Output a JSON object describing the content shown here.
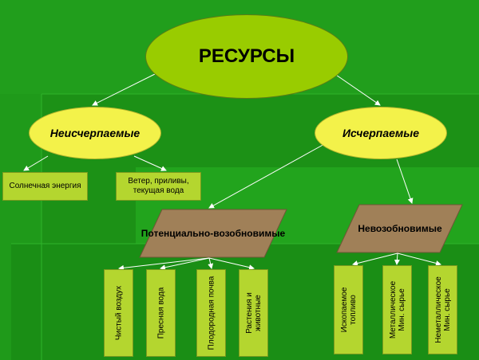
{
  "root": {
    "label": "РЕСУРСЫ"
  },
  "branches": {
    "inexhaustible": {
      "label": "Неисчерпаемые",
      "items": [
        "Солнечная энергия",
        "Ветер, приливы, текущая вода"
      ]
    },
    "exhaustible": {
      "label": "Исчерпаемые",
      "renewable": {
        "label": "Потенциально-возобновимые",
        "items": [
          "Чистый воздух",
          "Пресная вода",
          "Плодородная почва",
          "Растения и животные"
        ]
      },
      "nonrenewable": {
        "label": "Невозобновимые",
        "items": [
          "Ископаемое топливо",
          "Металлическое Мин. сырье",
          "Неметаллическое Мин. сырье"
        ]
      }
    }
  },
  "colors": {
    "background": "#1f9a1a",
    "root_fill": "#99cc00",
    "branch_fill": "#f3f24a",
    "box_fill": "#b4d62f",
    "parallelogram_fill": "#a08058",
    "connector": "#ffffff"
  }
}
